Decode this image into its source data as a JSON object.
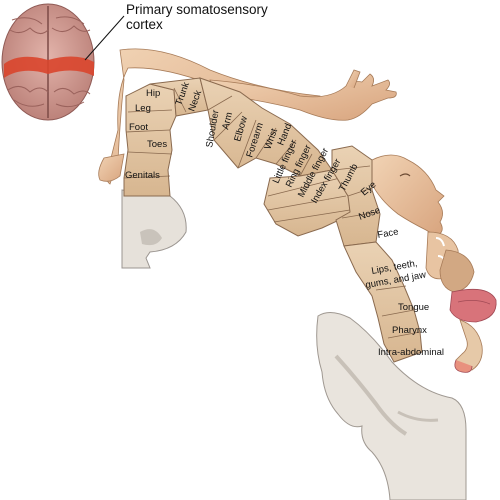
{
  "diagram": {
    "title_line1": "Primary somatosensory",
    "title_line2": "cortex",
    "labels": {
      "hip": "Hip",
      "trunk": "Trunk",
      "neck": "Neck",
      "leg": "Leg",
      "foot": "Foot",
      "toes": "Toes",
      "genitals": "Genitals",
      "shoulder": "Shoulder",
      "arm": "Arm",
      "elbow": "Elbow",
      "forearm": "Forearm",
      "wrist": "Wrist",
      "hand": "Hand",
      "little_finger": "Little finger",
      "ring_finger": "Ring finger",
      "middle_finger": "Middle finger",
      "index_finger": "Index finger",
      "thumb": "Thumb",
      "eye": "Eye",
      "nose": "Nose",
      "face": "Face",
      "lips_line1": "Lips, teeth,",
      "lips_line2": "gums, and jaw",
      "tongue": "Tongue",
      "pharynx": "Pharynx",
      "intra_abdominal": "Intra-abdominal"
    },
    "colors": {
      "cortex_tan": "#e2c7a6",
      "cortex_edge": "#8a6a4f",
      "brain_pink": "#cf9a92",
      "brain_band": "#d9452c",
      "white_matter": "#e8e3dc",
      "skin": "#e9c6a4"
    }
  }
}
